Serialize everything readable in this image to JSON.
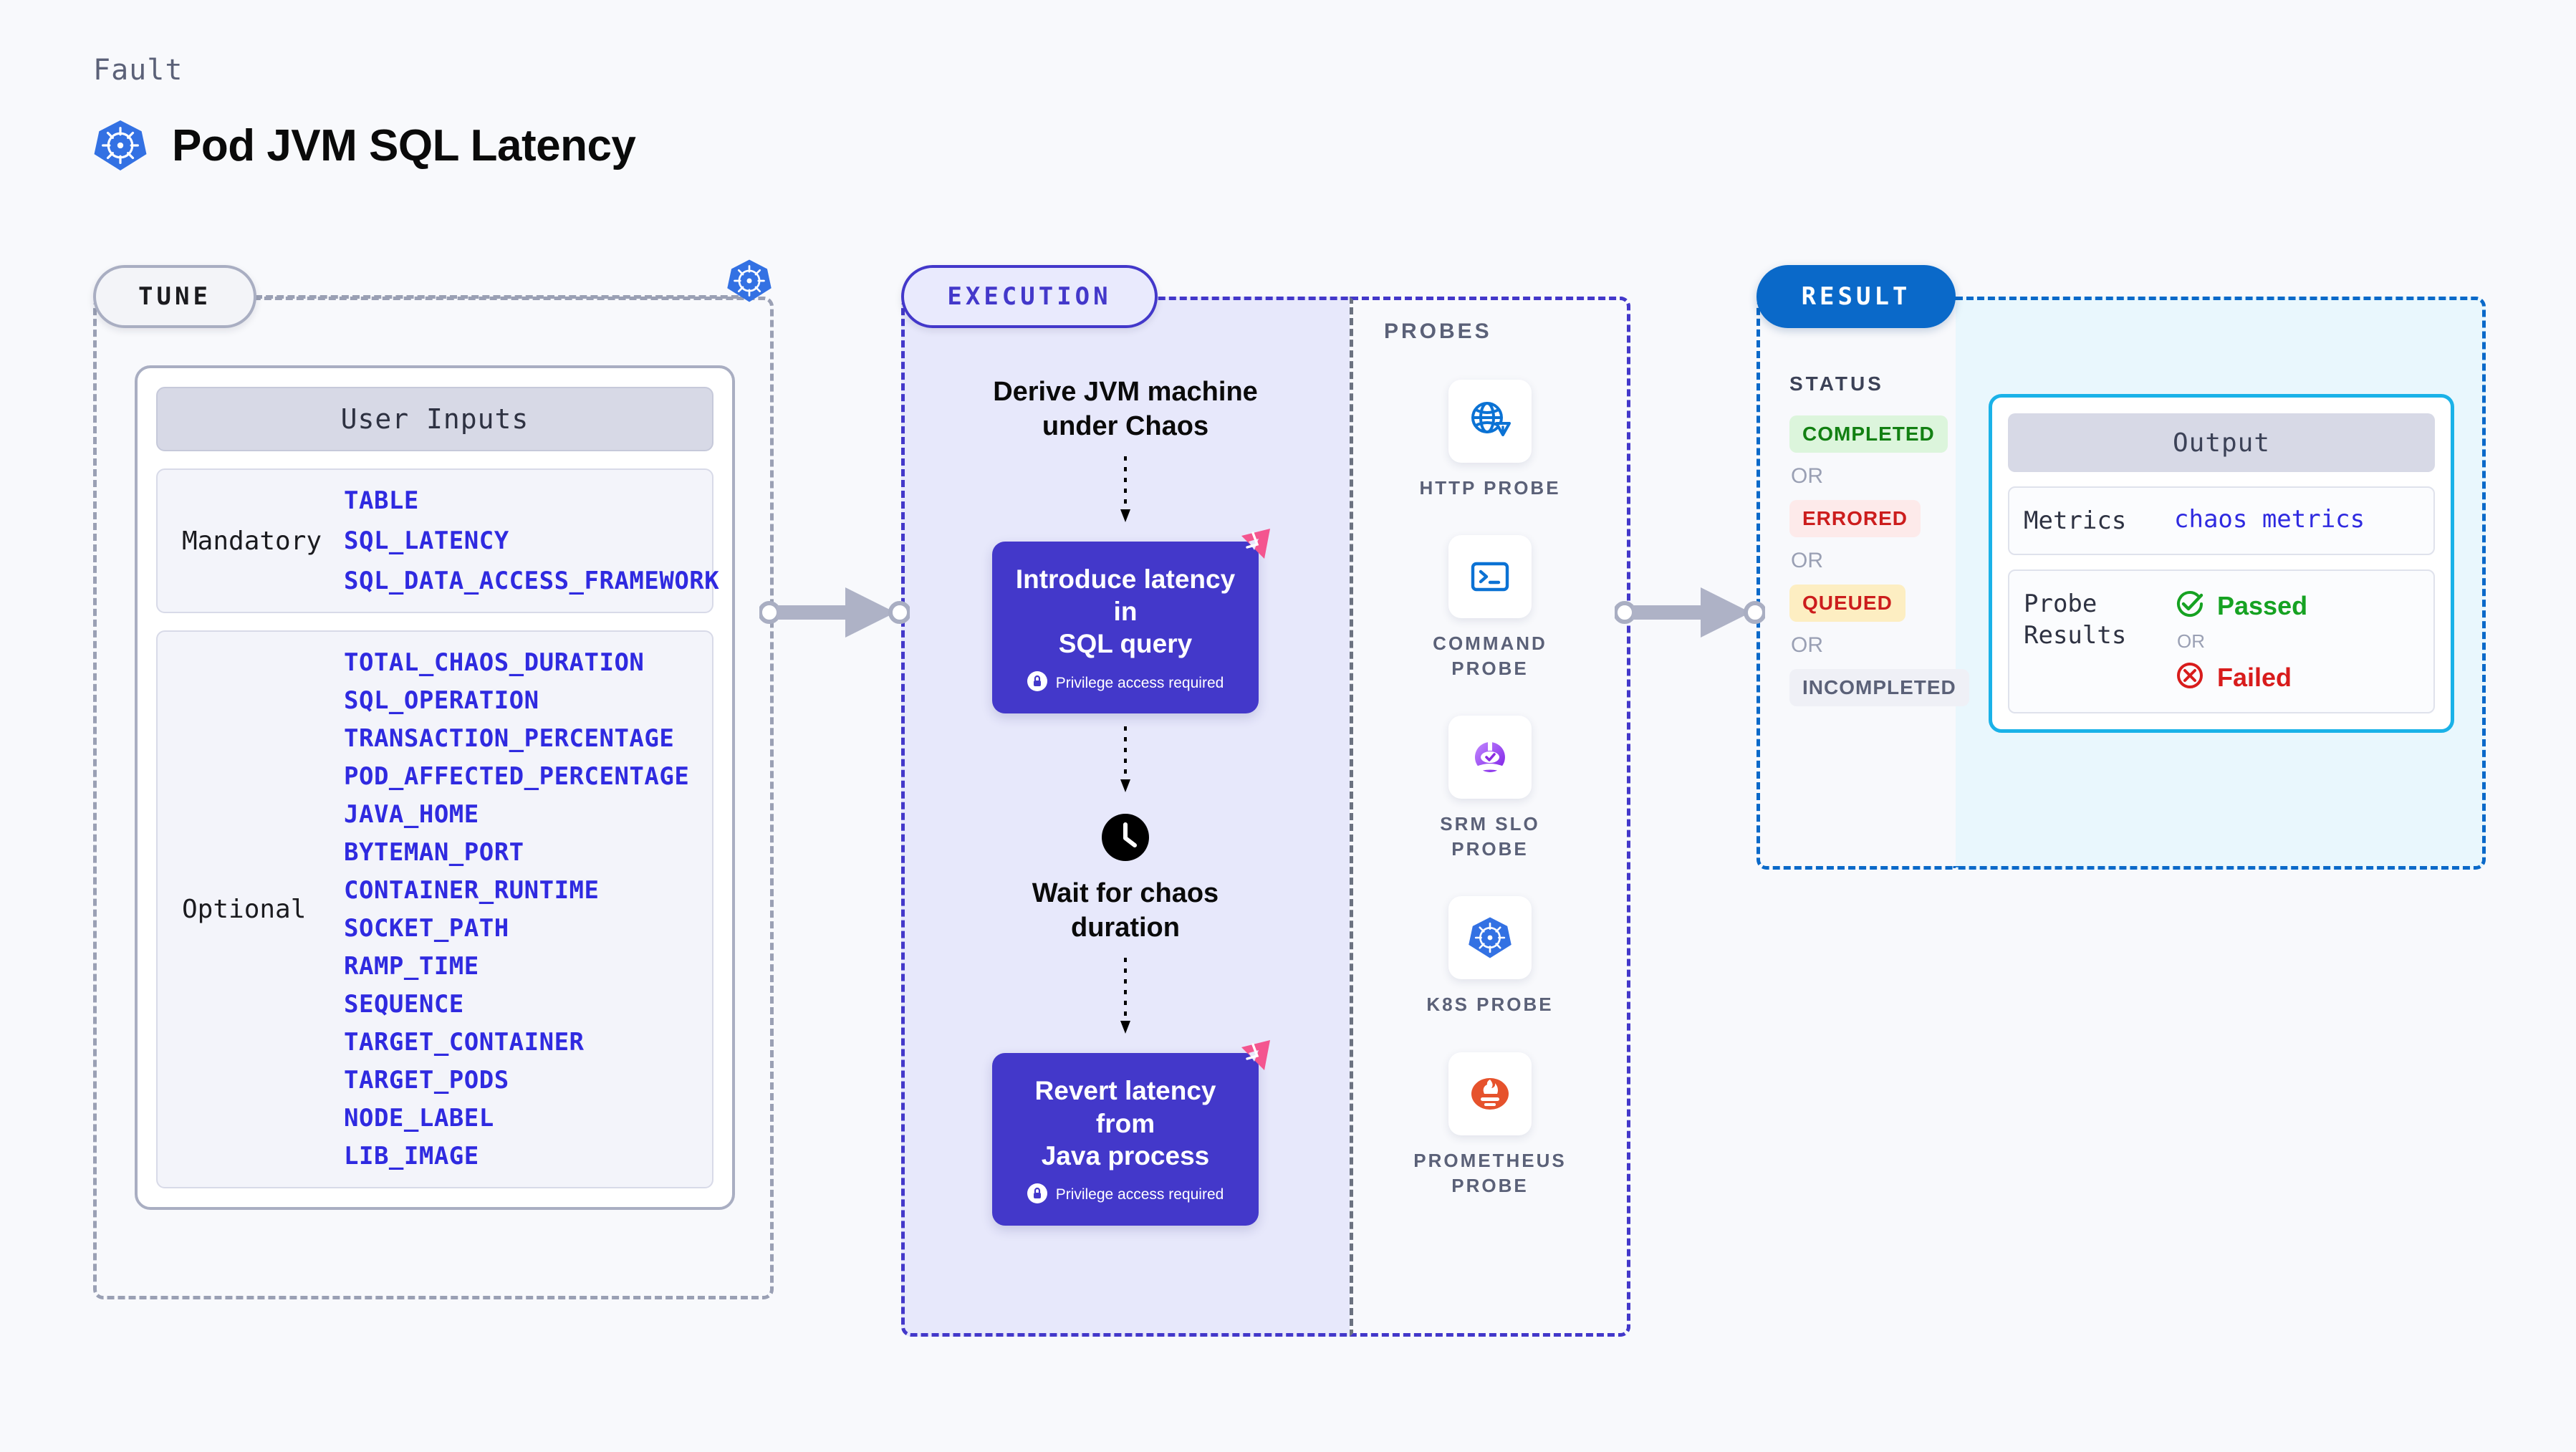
{
  "header": {
    "kicker": "Fault",
    "title": "Pod JVM SQL Latency",
    "icon": "kubernetes-icon"
  },
  "tune": {
    "badge": "TUNE",
    "node_icon": "kubernetes-icon",
    "inputs_card_title": "User Inputs",
    "groups": [
      {
        "label": "Mandatory",
        "params": [
          "TABLE",
          "SQL_LATENCY",
          "SQL_DATA_ACCESS_FRAMEWORK"
        ]
      },
      {
        "label": "Optional",
        "params": [
          "TOTAL_CHAOS_DURATION",
          "SQL_OPERATION",
          "TRANSACTION_PERCENTAGE",
          "POD_AFFECTED_PERCENTAGE",
          "JAVA_HOME",
          "BYTEMAN_PORT",
          "CONTAINER_RUNTIME",
          "SOCKET_PATH",
          "RAMP_TIME",
          "SEQUENCE",
          "TARGET_CONTAINER",
          "TARGET_PODS",
          "NODE_LABEL",
          "LIB_IMAGE"
        ]
      }
    ]
  },
  "execution": {
    "badge": "EXECUTION",
    "steps": [
      {
        "type": "text",
        "label": "Derive JVM machine\nunder Chaos"
      },
      {
        "type": "action",
        "label": "Introduce latency in\nSQL query",
        "privilege": "Privilege access required",
        "badge_icon": "litmus-icon",
        "lock_icon": "lock-icon"
      },
      {
        "type": "wait",
        "label": "Wait for chaos\nduration",
        "icon": "clock-icon"
      },
      {
        "type": "action",
        "label": "Revert latency from\nJava process",
        "privilege": "Privilege access required",
        "badge_icon": "litmus-icon",
        "lock_icon": "lock-icon"
      }
    ]
  },
  "probes": {
    "label": "PROBES",
    "items": [
      {
        "name": "HTTP PROBE",
        "icon": "globe-warning-icon"
      },
      {
        "name": "COMMAND\nPROBE",
        "icon": "terminal-icon"
      },
      {
        "name": "SRM SLO\nPROBE",
        "icon": "srm-slo-icon"
      },
      {
        "name": "K8S PROBE",
        "icon": "kubernetes-icon"
      },
      {
        "name": "PROMETHEUS\nPROBE",
        "icon": "prometheus-icon"
      }
    ]
  },
  "result": {
    "badge": "RESULT",
    "status_label": "STATUS",
    "or_label": "OR",
    "statuses": [
      {
        "label": "COMPLETED",
        "bg": "#dcf5dc",
        "fg": "#128012"
      },
      {
        "label": "ERRORED",
        "bg": "#fdeaea",
        "fg": "#cc1d1d"
      },
      {
        "label": "QUEUED",
        "bg": "#fdeec2",
        "fg": "#cc1d1d"
      },
      {
        "label": "INCOMPLETED",
        "bg": "#eff0f6",
        "fg": "#5b6178"
      }
    ]
  },
  "output": {
    "title": "Output",
    "rows": [
      {
        "key": "Metrics",
        "value": "chaos metrics"
      },
      {
        "key": "Probe\nResults",
        "pass": "Passed",
        "or": "OR",
        "fail": "Failed",
        "pass_icon": "check-circle-icon",
        "fail_icon": "x-circle-icon"
      }
    ]
  },
  "colors": {
    "accent_purple": "#4338ca",
    "accent_blue": "#0a69c9",
    "accent_cyan": "#1ab2e8",
    "param_blue": "#2f2ae0",
    "pink": "#f4558f",
    "k8s_blue": "#3371e3"
  }
}
